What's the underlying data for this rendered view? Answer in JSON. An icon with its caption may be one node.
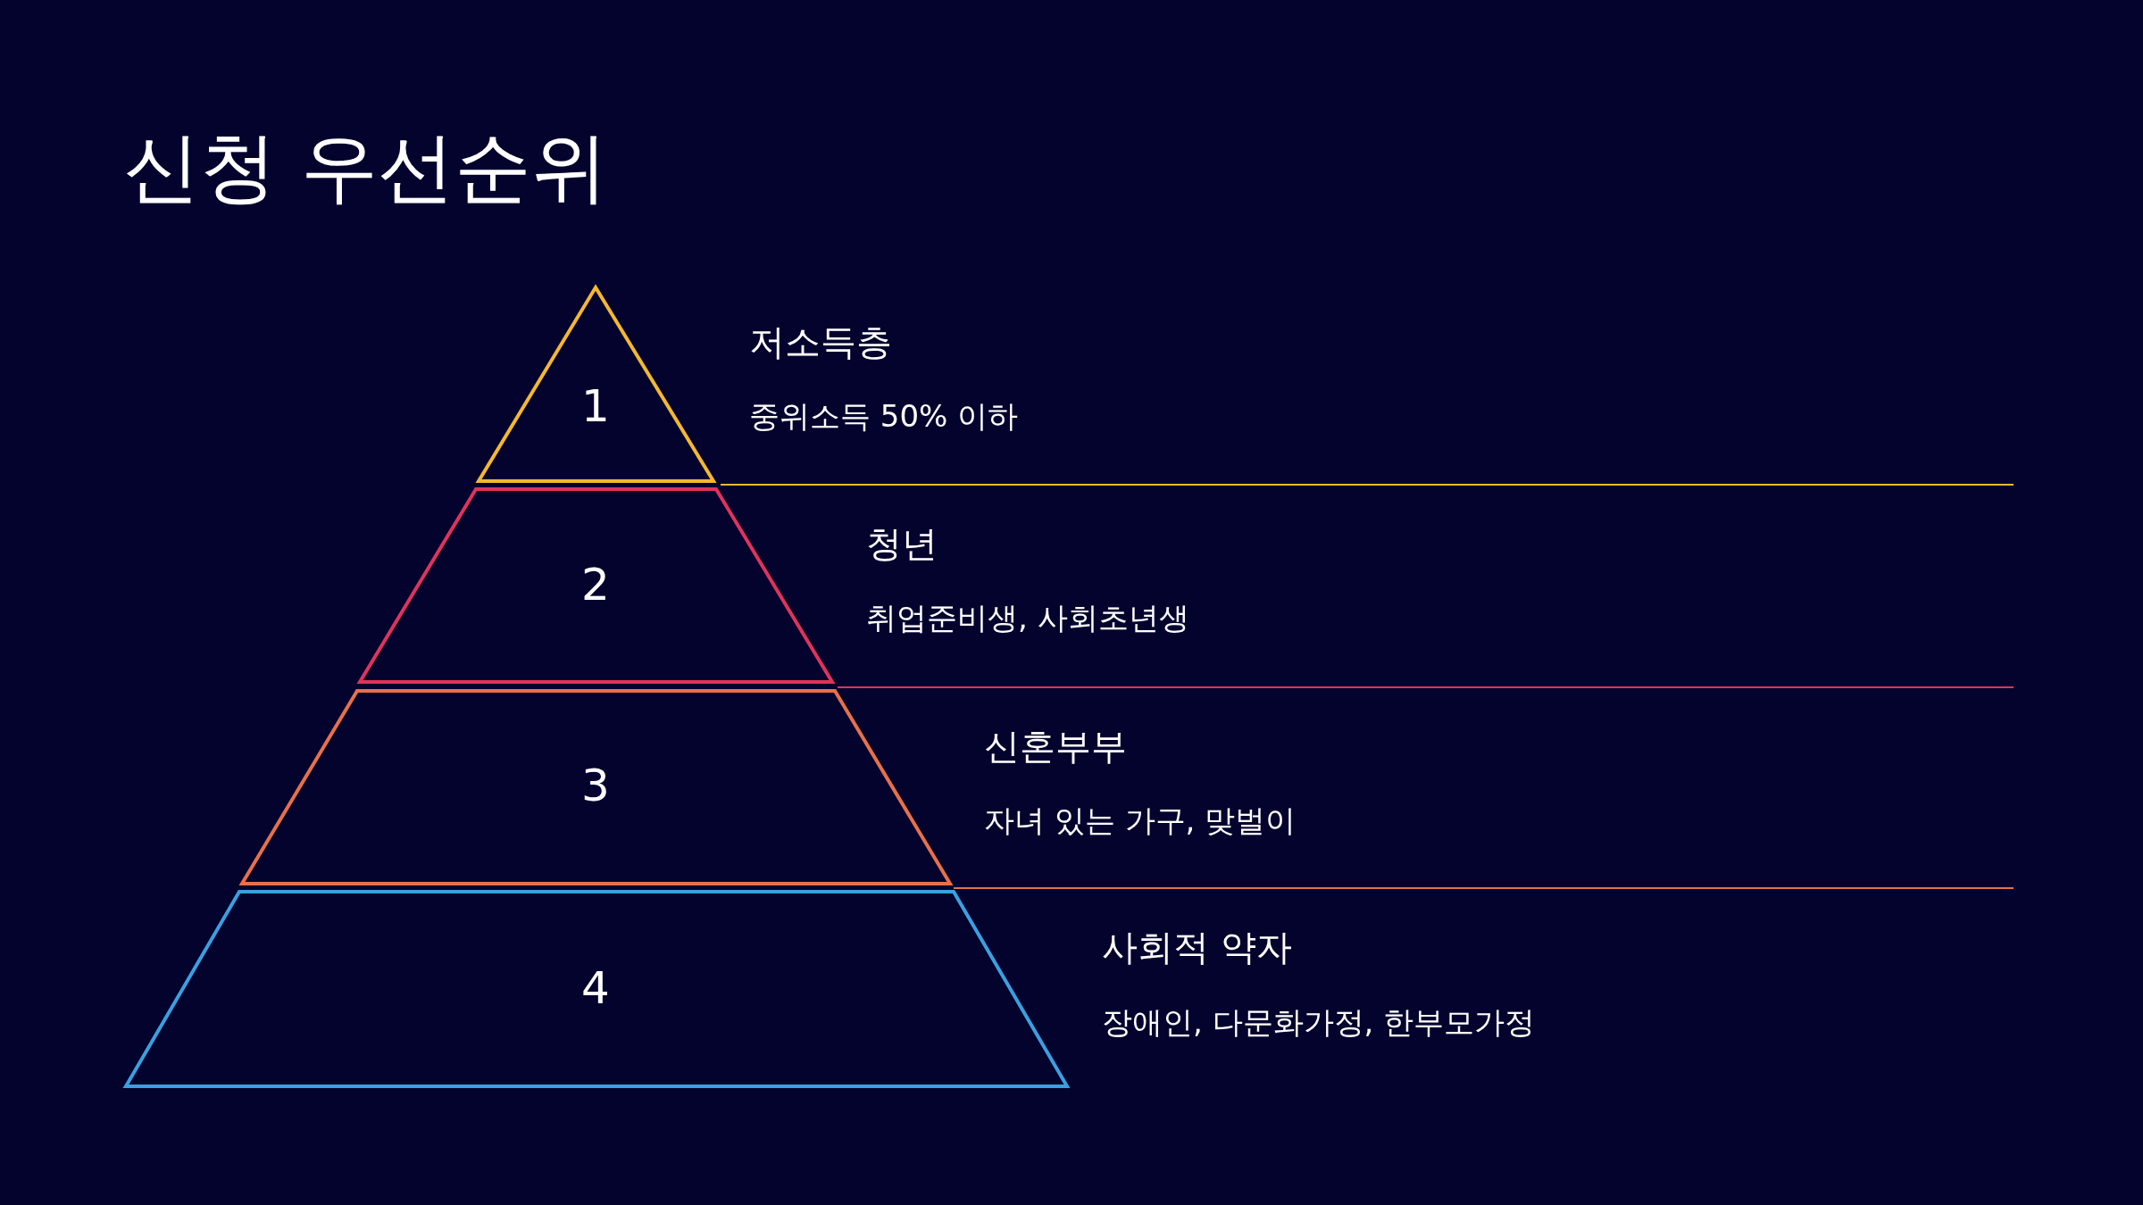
{
  "diagram": {
    "title": "신청 우선순위",
    "nodes": [
      {
        "text": [
          "1"
        ],
        "beside": [
          "저소득층",
          "중위소득 50% 이하"
        ]
      },
      {
        "text": [
          "2"
        ],
        "beside": [
          "청년",
          "취업준비생, 사회초년생"
        ]
      },
      {
        "text": [
          "3"
        ],
        "beside": [
          "신혼부부",
          "자녀 있는 가구, 맞벌이"
        ]
      },
      {
        "text": [
          "4"
        ],
        "beside": [
          "사회적 약자",
          "장애인, 다문화가정, 한부모가정"
        ]
      }
    ]
  }
}
